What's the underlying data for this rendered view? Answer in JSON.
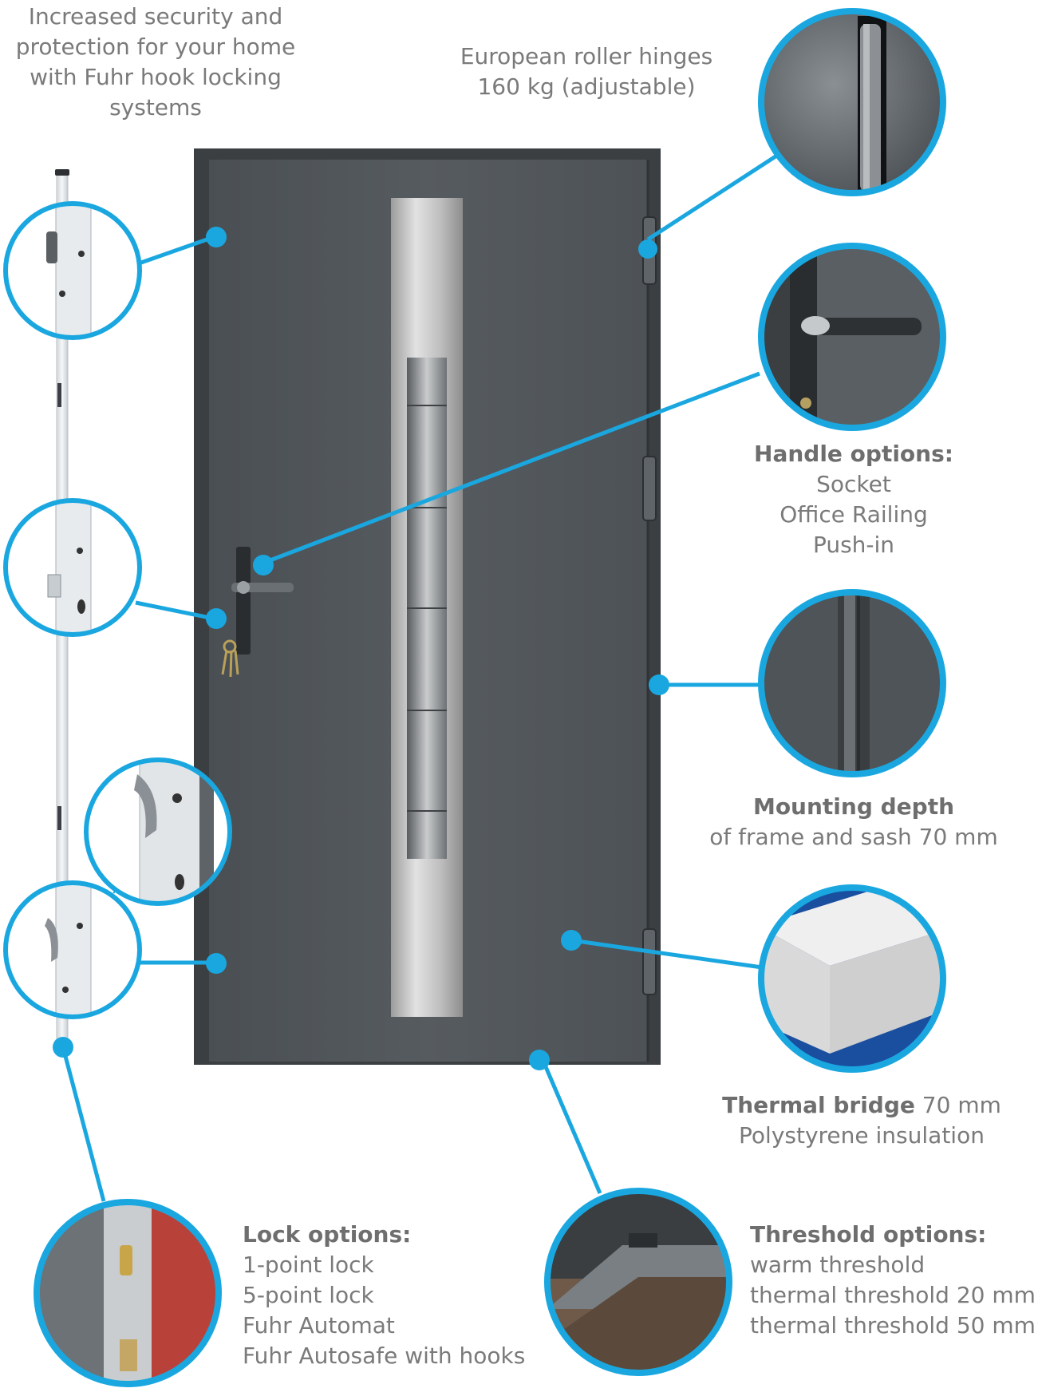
{
  "accent_color": "#1aa7e0",
  "door_color": "#4f5559",
  "security_text": {
    "lines": [
      "Increased security and",
      "protection for your home",
      "with Fuhr hook locking",
      "systems"
    ]
  },
  "hinges_text": {
    "lines": [
      "European roller hinges",
      "160 kg (adjustable)"
    ]
  },
  "handle_options": {
    "title": "Handle options:",
    "items": [
      "Socket",
      "Office Railing",
      "Push-in"
    ]
  },
  "mounting_depth": {
    "title": "Mounting depth",
    "subtitle": "of frame and sash 70 mm"
  },
  "thermal_bridge": {
    "title": "Thermal bridge",
    "title_suffix": " 70 mm",
    "subtitle": "Polystyrene insulation"
  },
  "lock_options": {
    "title": "Lock options:",
    "items": [
      "1-point lock",
      "5-point lock",
      "Fuhr Automat",
      "Fuhr Autosafe with hooks"
    ]
  },
  "threshold_options": {
    "title": "Threshold options:",
    "items": [
      "warm threshold",
      "thermal threshold 20 mm",
      "thermal threshold 50 mm"
    ]
  },
  "icons": [
    "door-illustration",
    "lock-strip",
    "detail-callout-circle",
    "key-icon",
    "handle-icon"
  ]
}
